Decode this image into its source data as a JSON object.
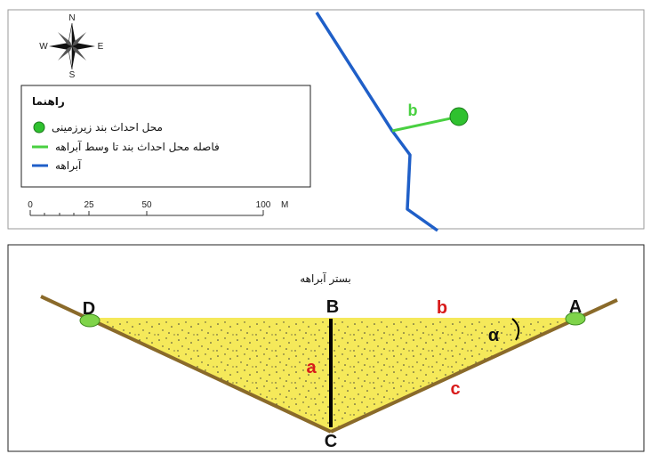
{
  "map": {
    "compass": {
      "n": "N",
      "s": "S",
      "e": "E",
      "w": "W"
    },
    "legend": {
      "title": "راهنما",
      "items": [
        {
          "label": "محل احداث بند زیرزمینی",
          "symbol": "point",
          "color": "#2fc12f"
        },
        {
          "label": "فاصله محل احداث بند تا وسط آبراهه",
          "symbol": "line",
          "color": "#49d041"
        },
        {
          "label": "آبراهه",
          "symbol": "line",
          "color": "#1f5fc8"
        }
      ]
    },
    "scale_bar": {
      "ticks": [
        "0",
        "25",
        "50",
        "100"
      ],
      "unit": "M"
    },
    "label_b": "b",
    "colors": {
      "stream": "#1f5fc8",
      "distance": "#49d041",
      "site": "#2fc12f"
    }
  },
  "section": {
    "title": "بستر آبراهه",
    "points": {
      "d": "D",
      "b": "B",
      "a": "A",
      "c": "C"
    },
    "segments": {
      "a": "a",
      "b": "b",
      "c": "c"
    },
    "angle": "α",
    "colors": {
      "fill": "#f5e95a",
      "bank": "#8a6a2a",
      "segment_label": "#d81b1b",
      "point_label": "#111111"
    }
  }
}
